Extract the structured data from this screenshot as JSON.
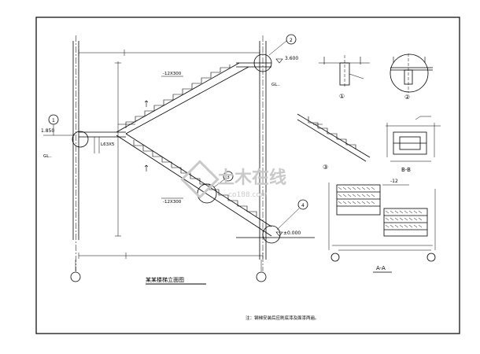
{
  "elevation_top": "3.600",
  "elevation_mid": "1.850",
  "elevation_bottom": "±0.000",
  "flight_label_upper": "-12X300",
  "flight_label_lower": "-12X300",
  "beam_label_left": "GL..",
  "beam_label_right": "GL..",
  "landing_label": "L63X5",
  "callouts": [
    "1",
    "2",
    "3",
    "4"
  ],
  "detail_marks": [
    "①",
    "②",
    "③"
  ],
  "section_b_title": "B-B",
  "section_a_title": "A-A",
  "section_a_plate": "-12",
  "elevation_title": "某某楼梯立面图",
  "note": "注：钢梯安装后应刷底漆及面漆两遍。",
  "watermark_text": "土木在线",
  "watermark_url": "co188.com",
  "colors": {
    "line": "#000000",
    "background": "#ffffff",
    "watermark": "#c9c9c9"
  }
}
